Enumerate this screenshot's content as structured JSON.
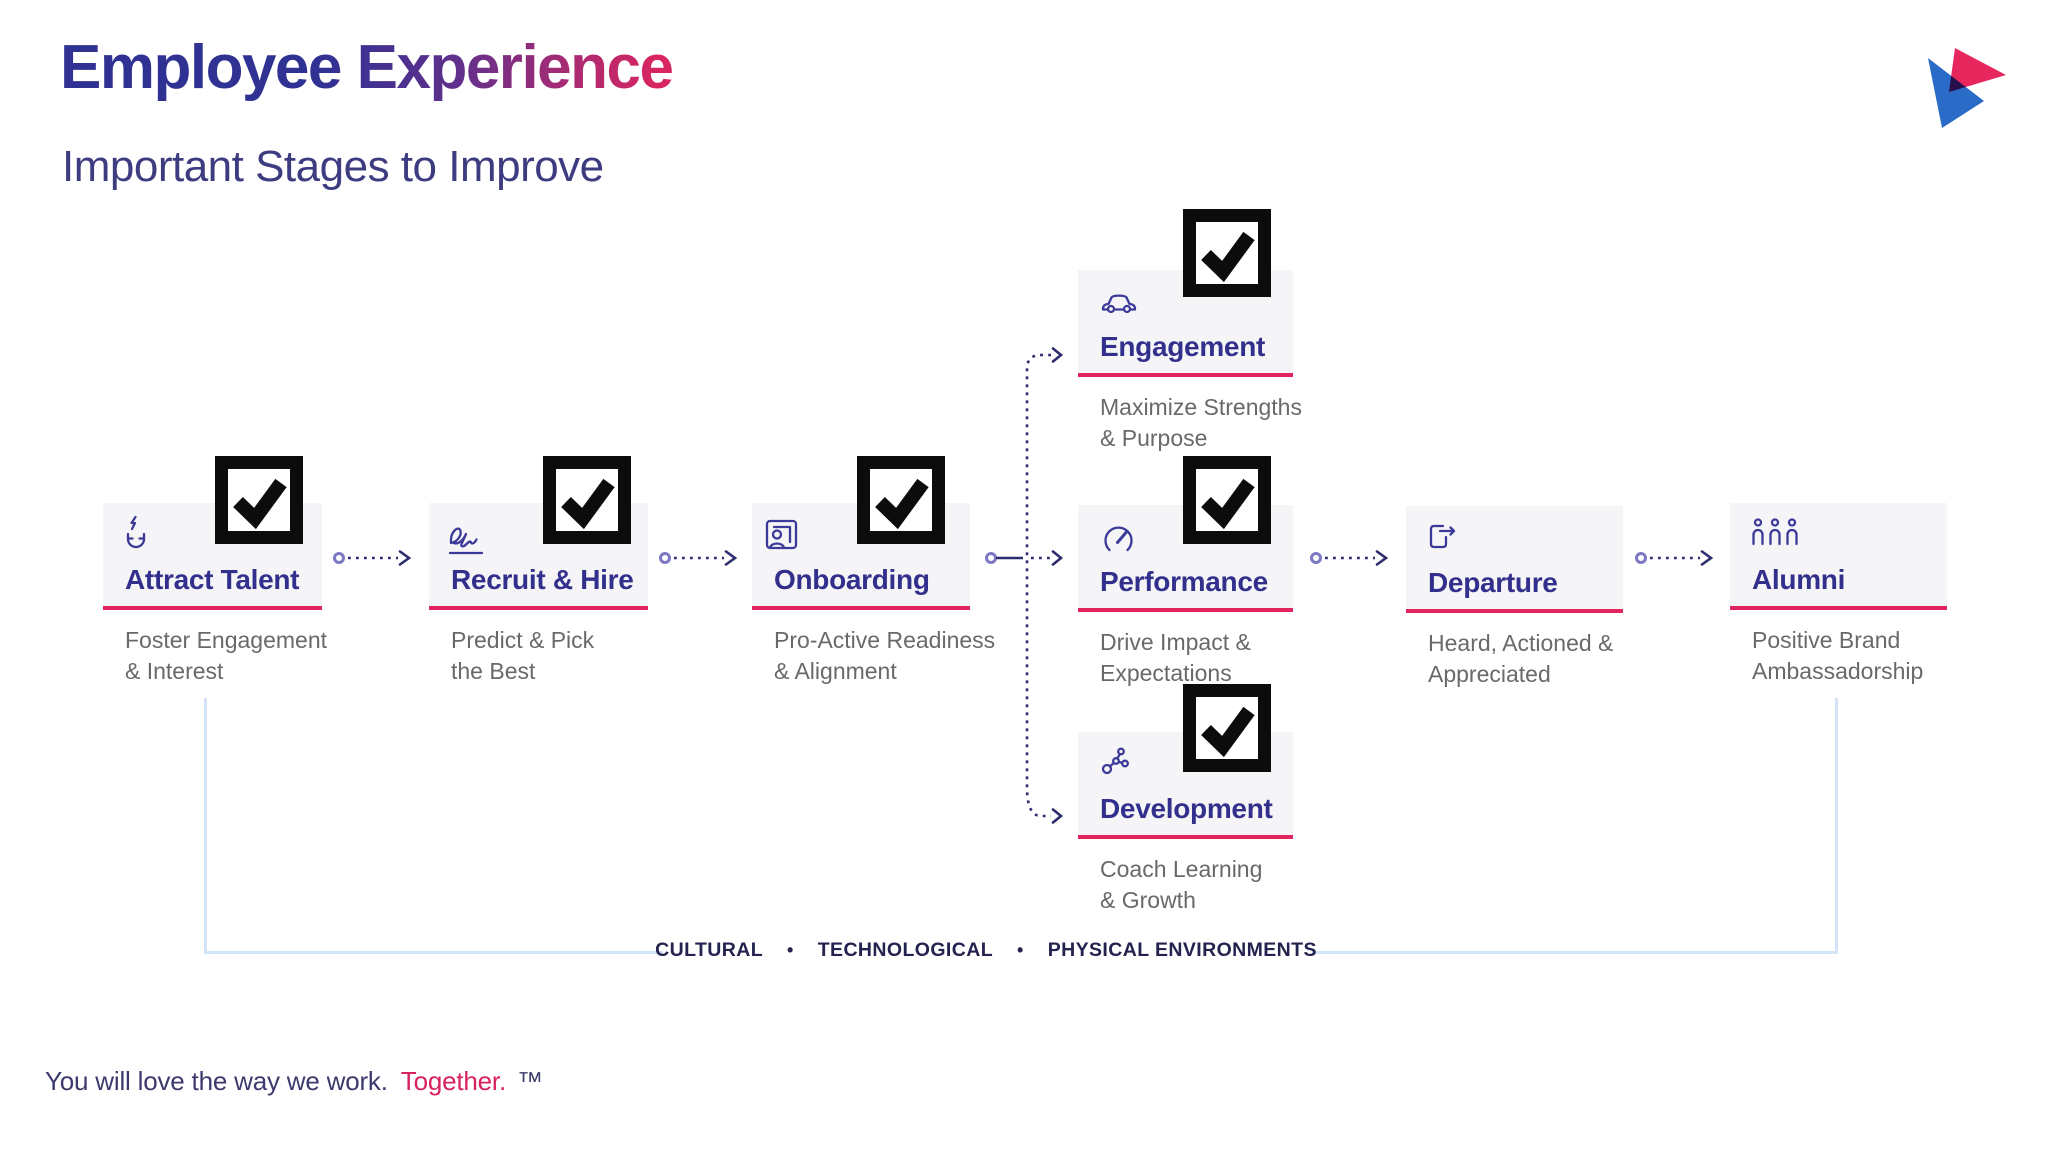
{
  "header": {
    "title": "Employee Experience",
    "subtitle": "Important Stages to Improve"
  },
  "logo": {
    "name": "two overlapping play triangles",
    "blue": "#2a6bc8",
    "pink": "#e8265e"
  },
  "stages": [
    {
      "id": "attract-talent",
      "title": "Attract Talent",
      "subtitle_line1": "Foster Engagement",
      "subtitle_line2": "& Interest",
      "icon": "magnet-icon",
      "checked": true
    },
    {
      "id": "recruit-hire",
      "title": "Recruit & Hire",
      "subtitle_line1": "Predict & Pick",
      "subtitle_line2": "the Best",
      "icon": "signature-icon",
      "checked": true
    },
    {
      "id": "onboarding",
      "title": "Onboarding",
      "subtitle_line1": "Pro-Active Readiness",
      "subtitle_line2": "& Alignment",
      "icon": "id-badge-icon",
      "checked": true
    },
    {
      "id": "engagement",
      "title": "Engagement",
      "subtitle_line1": "Maximize Strengths",
      "subtitle_line2": "& Purpose",
      "icon": "car-icon",
      "checked": true
    },
    {
      "id": "performance",
      "title": "Performance",
      "subtitle_line1": "Drive Impact &",
      "subtitle_line2": "Expectations",
      "icon": "gauge-icon",
      "checked": true
    },
    {
      "id": "development",
      "title": "Development",
      "subtitle_line1": "Coach Learning",
      "subtitle_line2": "& Growth",
      "icon": "molecule-icon",
      "checked": true
    },
    {
      "id": "departure",
      "title": "Departure",
      "subtitle_line1": "Heard, Actioned &",
      "subtitle_line2": "Appreciated",
      "icon": "sign-out-icon",
      "checked": false
    },
    {
      "id": "alumni",
      "title": "Alumni",
      "subtitle_line1": "Positive Brand",
      "subtitle_line2": "Ambassadorship",
      "icon": "people-icon",
      "checked": false
    }
  ],
  "environments": {
    "items": [
      "CULTURAL",
      "TECHNOLOGICAL",
      "PHYSICAL ENVIRONMENTS"
    ],
    "separator": "•"
  },
  "tagline": {
    "main": "You will love the way we work.",
    "accent": "Together.",
    "trademark": "™"
  },
  "colors": {
    "accent_pink": "#e2255f",
    "title_indigo": "#2f3193",
    "stage_indigo": "#32308c",
    "navy_text": "#24224e",
    "gray_text": "#69696d",
    "card_bg": "#f5f4f6",
    "bracket_blue": "#d2e4f5",
    "connector_navy": "#2c2c6e",
    "checkbox_black": "#0c0c0c"
  }
}
